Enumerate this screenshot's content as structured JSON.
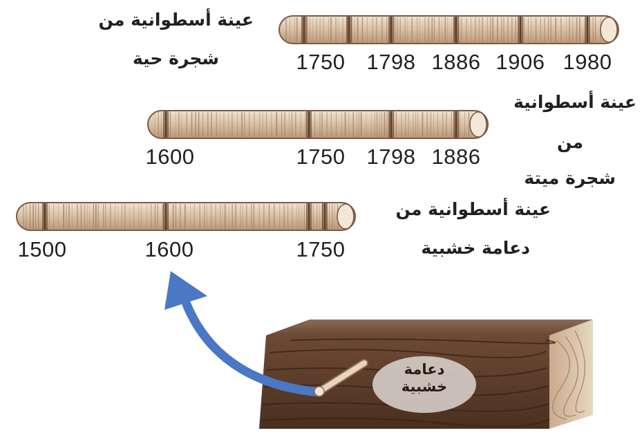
{
  "labels": {
    "living_line1": "عينة أسطوانية من",
    "living_line2": "شجرة حية",
    "dead_line1": "عينة أسطوانية",
    "dead_line2": "من",
    "dead_line3": "شجرة ميتة",
    "beam_line1": "عينة أسطوانية من",
    "beam_line2": "دعامة خشبية",
    "log_line1": "دعامة",
    "log_line2": "خشبية"
  },
  "years": {
    "living": [
      "1750",
      "1798",
      "1886",
      "1906",
      "1980"
    ],
    "dead": [
      "1600",
      "1750",
      "1798",
      "1886"
    ],
    "beam": [
      "1500",
      "1600",
      "1750"
    ]
  },
  "colors": {
    "core_fill": "#ddc7ad",
    "ring_dark": "#5c3a26",
    "arrow": "#4a78c4",
    "log": "#5a3b2a"
  }
}
